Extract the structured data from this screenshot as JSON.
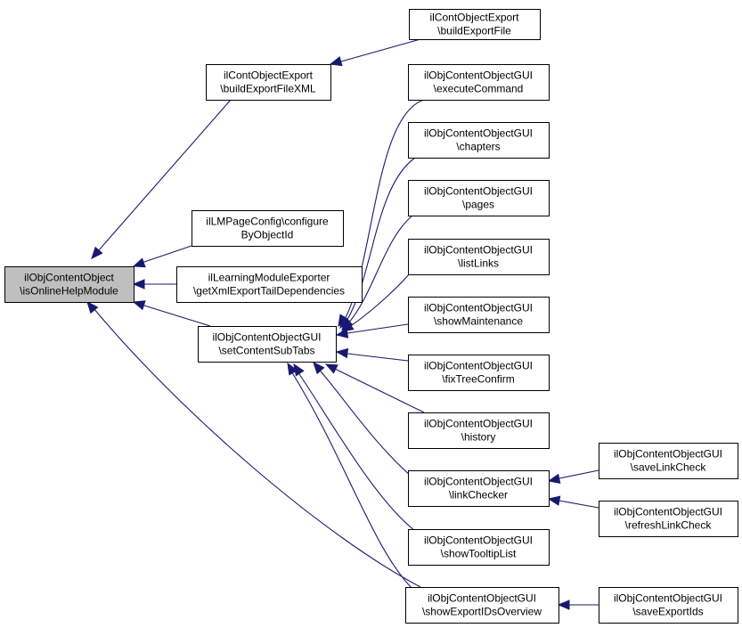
{
  "diagram": {
    "type": "call-graph",
    "nodes": [
      {
        "id": "root",
        "lines": [
          "ilObjContentObject",
          "\\isOnlineHelpModule"
        ],
        "highlighted": true
      },
      {
        "id": "cxml",
        "lines": [
          "ilContObjectExport",
          "\\buildExportFileXML"
        ]
      },
      {
        "id": "cfile",
        "lines": [
          "ilContObjectExport",
          "\\buildExportFile"
        ]
      },
      {
        "id": "lmpc",
        "lines": [
          "ilLMPageConfig\\configure",
          "ByObjectId"
        ]
      },
      {
        "id": "lme",
        "lines": [
          "ilLearningModuleExporter",
          "\\getXmlExportTailDependencies"
        ]
      },
      {
        "id": "subtabs",
        "lines": [
          "ilObjContentObjectGUI",
          "\\setContentSubTabs"
        ]
      },
      {
        "id": "exec",
        "lines": [
          "ilObjContentObjectGUI",
          "\\executeCommand"
        ]
      },
      {
        "id": "chap",
        "lines": [
          "ilObjContentObjectGUI",
          "\\chapters"
        ]
      },
      {
        "id": "pages",
        "lines": [
          "ilObjContentObjectGUI",
          "\\pages"
        ]
      },
      {
        "id": "links",
        "lines": [
          "ilObjContentObjectGUI",
          "\\listLinks"
        ]
      },
      {
        "id": "maint",
        "lines": [
          "ilObjContentObjectGUI",
          "\\showMaintenance"
        ]
      },
      {
        "id": "fix",
        "lines": [
          "ilObjContentObjectGUI",
          "\\fixTreeConfirm"
        ]
      },
      {
        "id": "hist",
        "lines": [
          "ilObjContentObjectGUI",
          "\\history"
        ]
      },
      {
        "id": "lc",
        "lines": [
          "ilObjContentObjectGUI",
          "\\linkChecker"
        ]
      },
      {
        "id": "tt",
        "lines": [
          "ilObjContentObjectGUI",
          "\\showTooltipList"
        ]
      },
      {
        "id": "seo",
        "lines": [
          "ilObjContentObjectGUI",
          "\\showExportIDsOverview"
        ]
      },
      {
        "id": "slc",
        "lines": [
          "ilObjContentObjectGUI",
          "\\saveLinkCheck"
        ]
      },
      {
        "id": "rlc",
        "lines": [
          "ilObjContentObjectGUI",
          "\\refreshLinkCheck"
        ]
      },
      {
        "id": "sei",
        "lines": [
          "ilObjContentObjectGUI",
          "\\saveExportIds"
        ]
      }
    ],
    "edges": [
      {
        "from": "cxml",
        "to": "root"
      },
      {
        "from": "lmpc",
        "to": "root"
      },
      {
        "from": "lme",
        "to": "root"
      },
      {
        "from": "subtabs",
        "to": "root"
      },
      {
        "from": "seo",
        "to": "root"
      },
      {
        "from": "cfile",
        "to": "cxml"
      },
      {
        "from": "exec",
        "to": "subtabs"
      },
      {
        "from": "chap",
        "to": "subtabs"
      },
      {
        "from": "pages",
        "to": "subtabs"
      },
      {
        "from": "links",
        "to": "subtabs"
      },
      {
        "from": "maint",
        "to": "subtabs"
      },
      {
        "from": "fix",
        "to": "subtabs"
      },
      {
        "from": "hist",
        "to": "subtabs"
      },
      {
        "from": "lc",
        "to": "subtabs"
      },
      {
        "from": "tt",
        "to": "subtabs"
      },
      {
        "from": "seo",
        "to": "subtabs"
      },
      {
        "from": "slc",
        "to": "lc"
      },
      {
        "from": "rlc",
        "to": "lc"
      },
      {
        "from": "sei",
        "to": "seo"
      }
    ]
  }
}
